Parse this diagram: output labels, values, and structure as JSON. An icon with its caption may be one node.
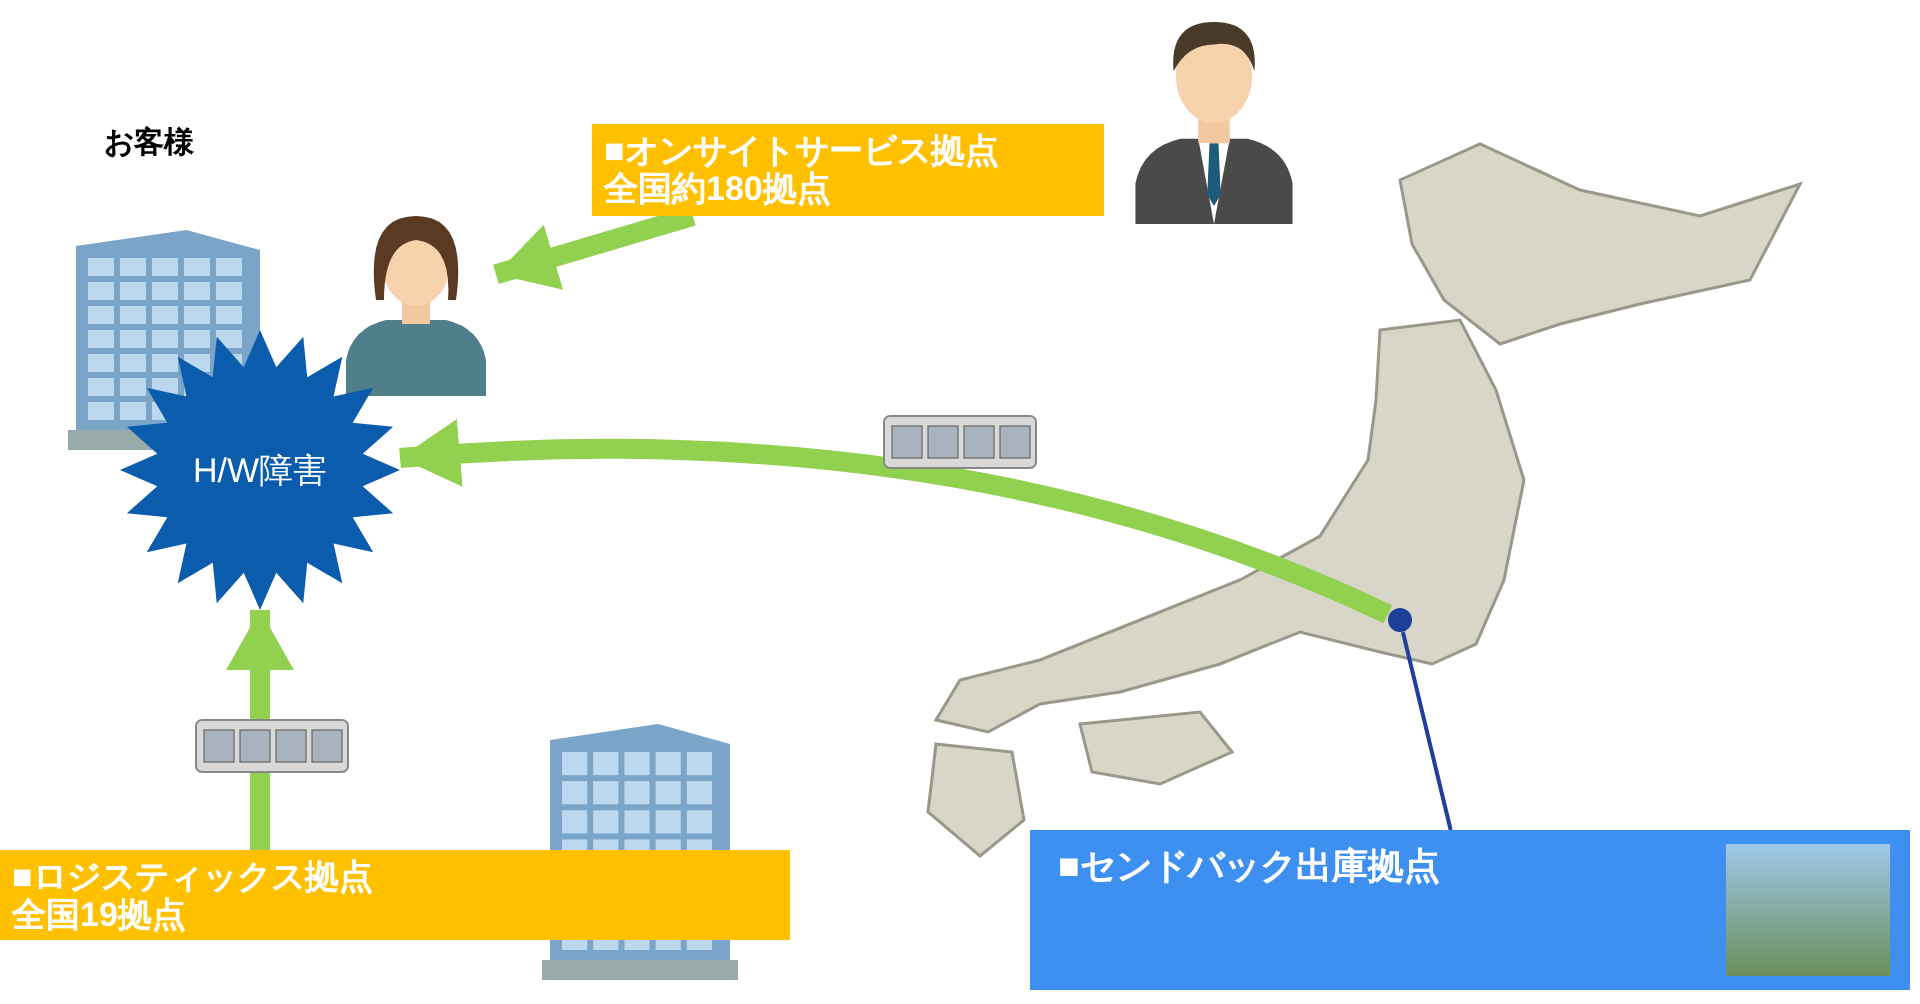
{
  "diagram": {
    "nodes": [
      {
        "text": [
          "■オンサイトサービス拠点",
          "全国約180拠点"
        ]
      },
      {
        "text": [],
        "shape": "person"
      },
      {
        "text": [
          "H/W障害"
        ]
      },
      {
        "text": [
          "■ロジスティックス拠点",
          "全国19拠点"
        ]
      },
      {
        "text": [
          "■センドバック出庫拠点"
        ]
      },
      {
        "text": [],
        "shape": "circle"
      }
    ],
    "edges": [
      {
        "from": 0,
        "to": 1,
        "arrow": "to"
      },
      {
        "from": 5,
        "to": 2,
        "arrow": "to"
      },
      {
        "from": 3,
        "to": 2,
        "arrow": "to"
      },
      {
        "from": 4,
        "to": 5,
        "arrow": "none",
        "color": "#1f3f99"
      }
    ],
    "labels": [
      "お客様"
    ]
  }
}
